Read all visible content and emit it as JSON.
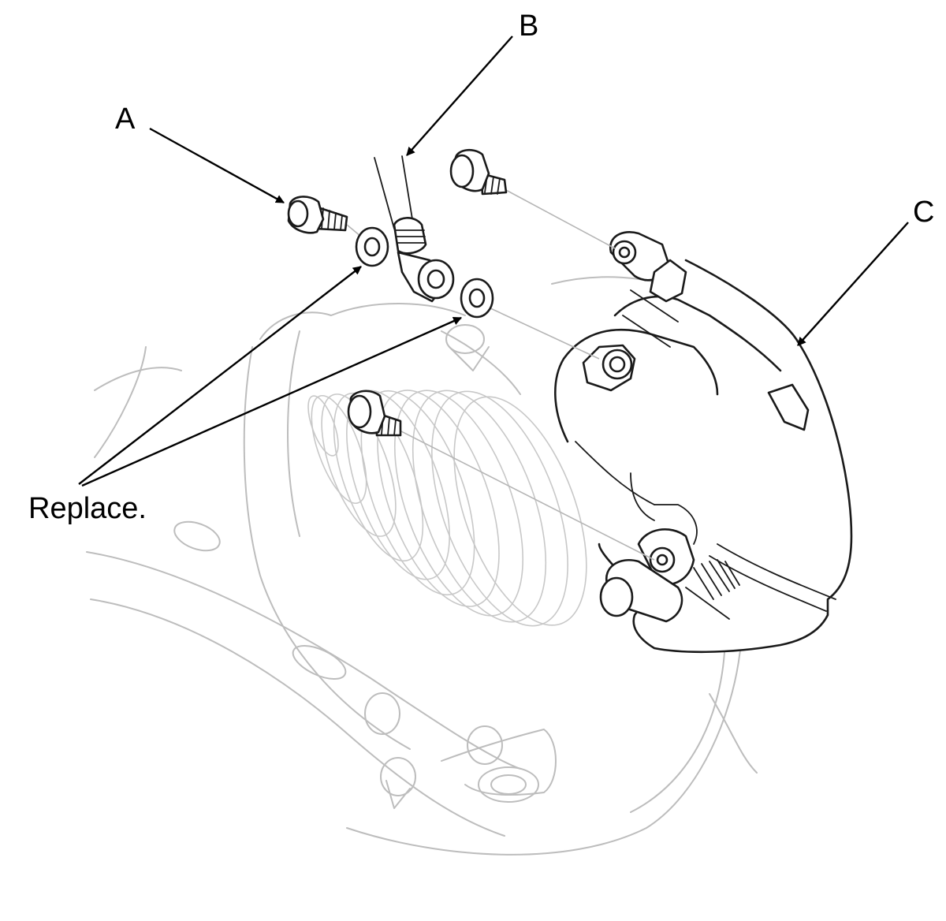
{
  "labels": {
    "a": "A",
    "b": "B",
    "c": "C",
    "replace": "Replace."
  },
  "colors": {
    "ink": "#000000",
    "ghost": "#bdbdbd",
    "background": "#ffffff"
  }
}
